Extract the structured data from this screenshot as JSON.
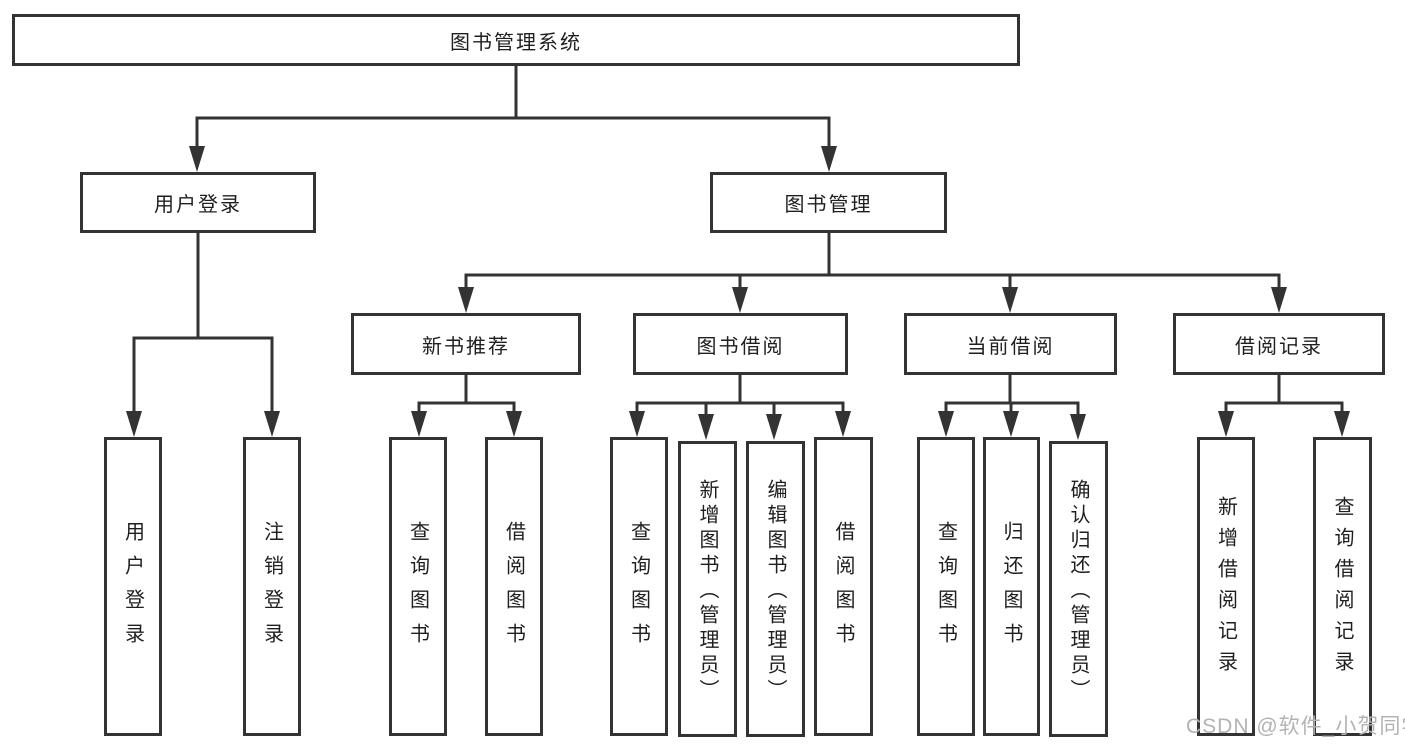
{
  "root_label": "图书管理系统",
  "watermark": "CSDN @软件_小贺同学",
  "colors": {
    "line": "#333333",
    "text": "#1f1f1f",
    "watermark": "#b3b3b3",
    "background": "#ffffff"
  },
  "level2": {
    "left": "用户登录",
    "right": "图书管理"
  },
  "level3": [
    "新书推荐",
    "图书借阅",
    "当前借阅",
    "借阅记录"
  ],
  "leaves": {
    "login": [
      "用户登录",
      "注销登录"
    ],
    "new_books": [
      "查询图书",
      "借阅图书"
    ],
    "borrow": [
      "查询图书",
      "新增图书（管理员）",
      "编辑图书（管理员）",
      "借阅图书"
    ],
    "current": [
      "查询图书",
      "归还图书",
      "确认归还（管理员）"
    ],
    "records": [
      "新增借阅记录",
      "查询借阅记录"
    ]
  }
}
